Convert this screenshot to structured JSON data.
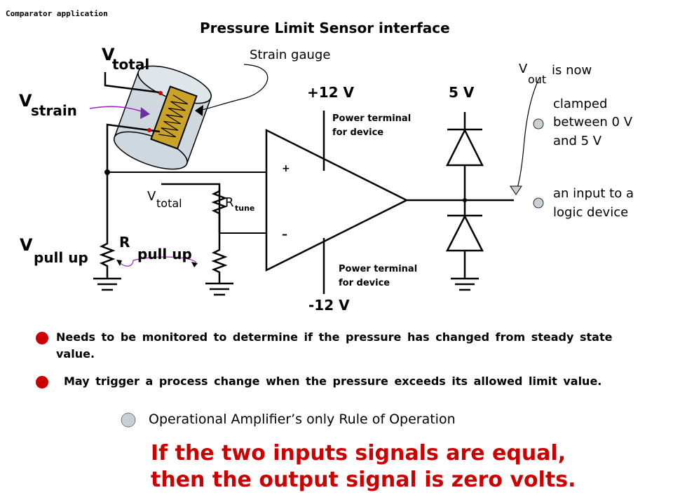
{
  "header": {
    "corner_label": "Comparator application",
    "title": "Pressure Limit Sensor interface"
  },
  "diagram": {
    "strain_gauge_label": "Strain gauge",
    "v_total_main": {
      "base": "V",
      "sub": "total"
    },
    "v_strain": {
      "base": "V",
      "sub": "strain"
    },
    "v_pullup": {
      "base": "V",
      "sub": "pull up"
    },
    "r_pullup": {
      "base": "R",
      "sub": "pull up"
    },
    "v_total_small": {
      "base": "V",
      "sub": "total"
    },
    "r_tune": {
      "base": "R",
      "sub": "tune"
    },
    "plus_sign": "+",
    "minus_sign": "–",
    "supply_pos": "+12 V",
    "supply_neg": "-12 V",
    "supply_5v": "5 V",
    "power_terminal_top": [
      "Power terminal",
      "for device"
    ],
    "power_terminal_bottom": [
      "Power terminal",
      "for device"
    ],
    "vout": {
      "base": "V",
      "sub": "out",
      "suffix": "is now"
    },
    "vout_notes": [
      {
        "lines": [
          "clamped",
          "between 0 V",
          "and 5 V"
        ]
      },
      {
        "lines": [
          "an input to a",
          "logic device"
        ]
      }
    ],
    "colors": {
      "wire": "#000000",
      "callout": "#a020c0",
      "gauge": "#c9a227",
      "cylinder": "#cfd8de",
      "pin": "#cc0000",
      "bullet_red": "#cc0000",
      "bullet_gray": "#c8d0d6",
      "note_circle": "#c8d0d6"
    }
  },
  "bullets": [
    {
      "text": "Needs to be monitored to determine if the pressure has changed from steady state value.",
      "style": "red"
    },
    {
      "text": "May trigger a process change when the pressure exceeds its allowed limit value.",
      "style": "red"
    },
    {
      "text": "Operational Amplifier’s only Rule of Operation",
      "style": "gray"
    }
  ],
  "rule": [
    "If the two inputs signals are equal,",
    "then the output signal is zero volts."
  ]
}
